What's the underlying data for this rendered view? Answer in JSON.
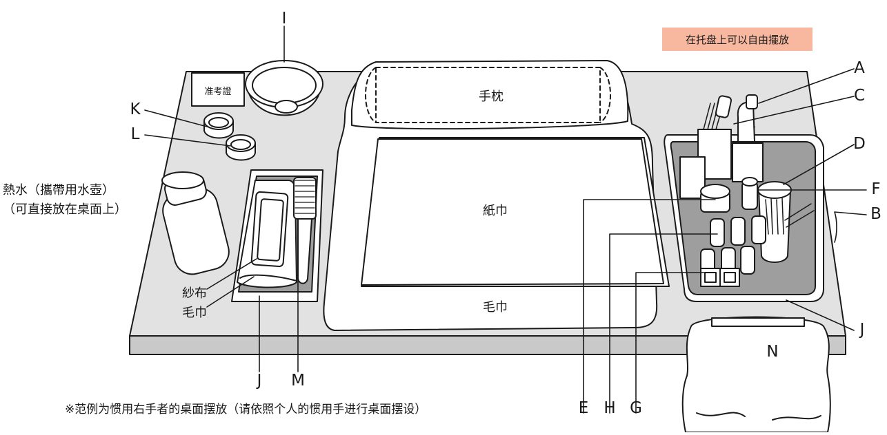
{
  "note": "在托盘上可以自由擺放",
  "footnote": "※范例为惯用右手者的桌面摆放（请依照个人的惯用手进行桌面摆设）",
  "items": {
    "admission_card": "准考證",
    "hand_pillow": "手枕",
    "paper_towel": "紙巾",
    "towel": "毛巾",
    "gauze": "紗布",
    "small_towel": "毛巾",
    "hot_water_line1": "熱水（攜帶用水壺）",
    "hot_water_line2": "（可直接放在桌面上）"
  },
  "letters": {
    "A": "A",
    "B": "B",
    "C": "C",
    "D": "D",
    "E": "E",
    "F": "F",
    "G": "G",
    "H": "H",
    "I": "I",
    "J1": "J",
    "J2": "J",
    "K": "K",
    "L": "L",
    "M": "M",
    "N": "N"
  },
  "colors": {
    "table_top": "#e2e2e2",
    "table_edge": "#c9c9c9",
    "tray_inner": "#bfbfbf",
    "note_bg": "#f8b8a0",
    "stroke": "#1a1a1a"
  }
}
